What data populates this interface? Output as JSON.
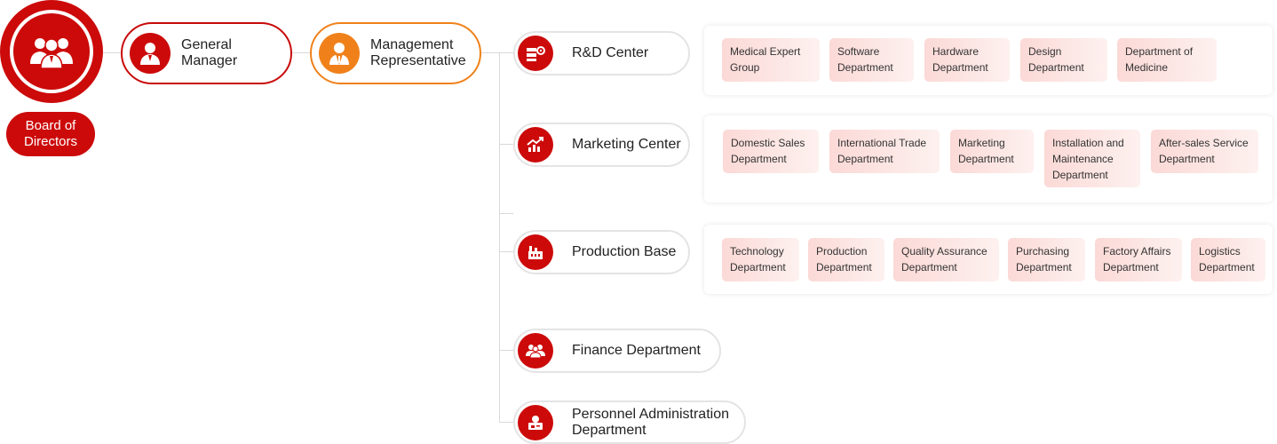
{
  "board": {
    "label": "Board of Directors",
    "icon": "people-group-icon"
  },
  "general_manager": {
    "label": "General Manager",
    "icon": "person-icon"
  },
  "management_rep": {
    "label": "Management Representative",
    "icon": "person-suit-icon"
  },
  "colors": {
    "primary_red": "#cc0a0a",
    "accent_orange": "#f0811a",
    "chip_pink": "#fbd9d6"
  },
  "centers": [
    {
      "label": "R&D Center",
      "icon": "server-gear-icon",
      "departments": [
        "Medical Expert Group",
        "Software Department",
        "Hardware Department",
        "Design Department",
        "Department of Medicine"
      ]
    },
    {
      "label": "Marketing Center",
      "icon": "growth-chart-icon",
      "departments": [
        "Domestic Sales Department",
        "International Trade Department",
        "Marketing Department",
        "Installation and Maintenance Department",
        "After-sales Service Department"
      ]
    },
    {
      "label": "Production Base",
      "icon": "factory-icon",
      "departments": [
        "Technology Department",
        "Production Department",
        "Quality Assurance Department",
        "Purchasing Department",
        "Factory Affairs Department",
        "Logistics Department"
      ]
    },
    {
      "label": "Finance Department",
      "icon": "team-icon",
      "departments": []
    },
    {
      "label": "Personnel Administration Department",
      "icon": "id-card-icon",
      "departments": []
    }
  ]
}
